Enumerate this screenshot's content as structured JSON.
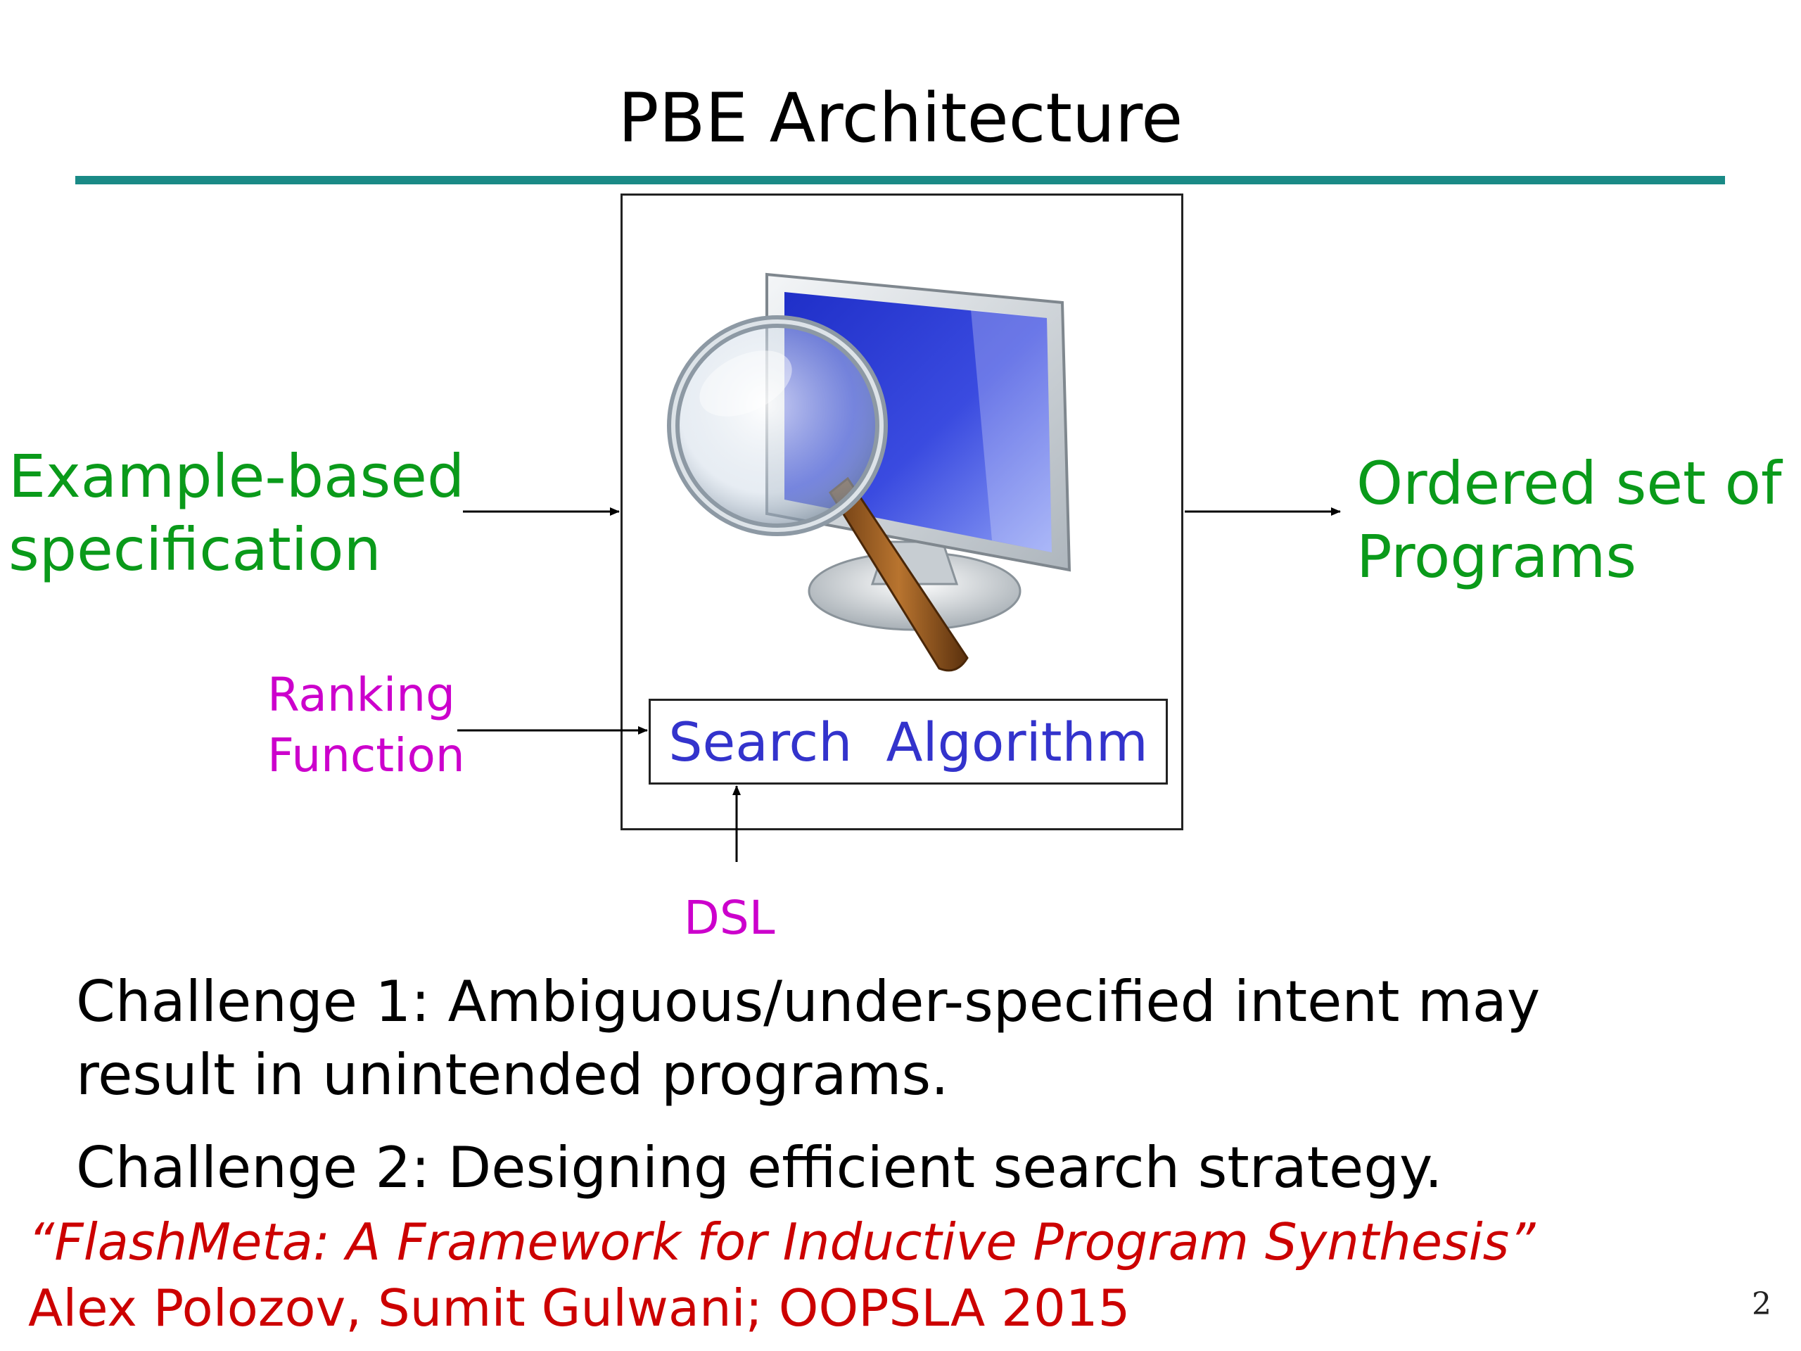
{
  "slide": {
    "title": "PBE Architecture",
    "page_number": "2"
  },
  "diagram": {
    "input_label_line1": "Example-based",
    "input_label_line2": "specification",
    "output_label_line1": "Ordered set of",
    "output_label_line2": "Programs",
    "ranking_line1": "Ranking",
    "ranking_line2": "Function",
    "search_algorithm": "Search Algorithm",
    "dsl": "DSL",
    "center_icon": "computer-with-magnifying-glass-icon"
  },
  "challenges": {
    "c1_line1": "Challenge 1: Ambiguous/under-specified intent may",
    "c1_line2": "result in unintended programs.",
    "c2": "Challenge 2: Designing efficient search strategy."
  },
  "citation": {
    "paper": "“FlashMeta: A Framework for Inductive Program Synthesis”",
    "authors": "Alex Polozov, Sumit Gulwani; OOPSLA 2015"
  },
  "colors": {
    "rule": "#1a8a86",
    "green": "#0a9a1a",
    "magenta": "#cc00cc",
    "blue": "#3333cc",
    "citation_red": "#cc0000"
  }
}
